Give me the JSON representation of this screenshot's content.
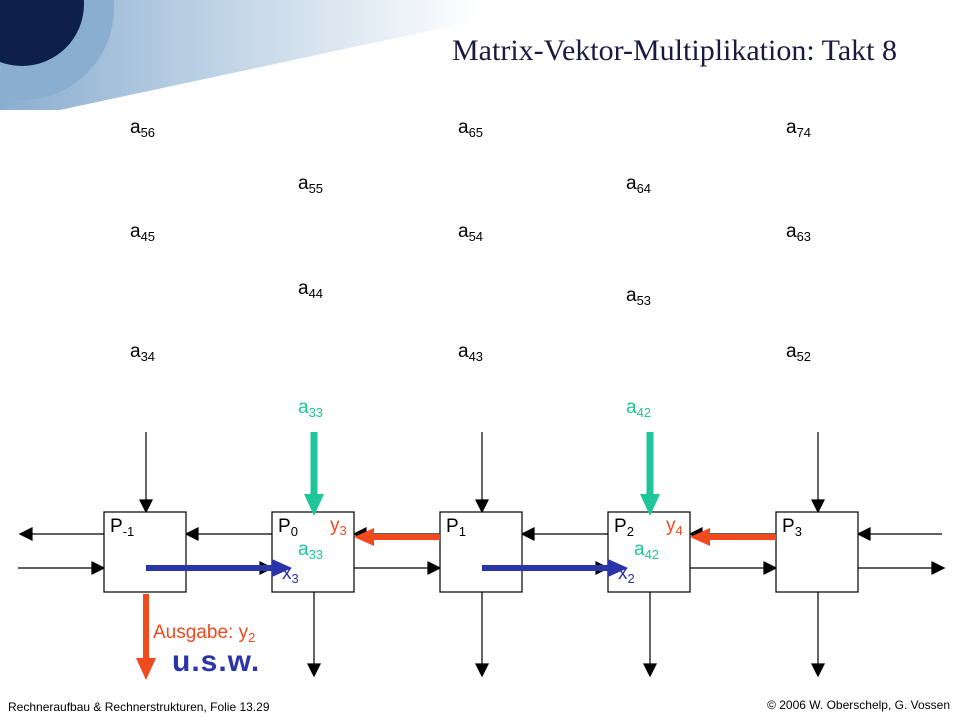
{
  "title": "Matrix-Vektor-Multiplikation: Takt 8",
  "colors": {
    "teal": "#1fc69a",
    "red": "#f04a1e",
    "blue": "#2a35a8",
    "navy": "#0d1f4a",
    "lightblue": "#8aaed0"
  },
  "matrix_labels": [
    {
      "base": "a",
      "sub": "56"
    },
    {
      "base": "a",
      "sub": "65"
    },
    {
      "base": "a",
      "sub": "74"
    },
    {
      "base": "a",
      "sub": "55"
    },
    {
      "base": "a",
      "sub": "64"
    },
    {
      "base": "a",
      "sub": "45"
    },
    {
      "base": "a",
      "sub": "54"
    },
    {
      "base": "a",
      "sub": "63"
    },
    {
      "base": "a",
      "sub": "44"
    },
    {
      "base": "a",
      "sub": "53"
    },
    {
      "base": "a",
      "sub": "34"
    },
    {
      "base": "a",
      "sub": "43"
    },
    {
      "base": "a",
      "sub": "52"
    }
  ],
  "active_inputs": [
    {
      "base": "a",
      "sub": "33"
    },
    {
      "base": "a",
      "sub": "42"
    }
  ],
  "processors": [
    {
      "base": "P",
      "sub": "-1"
    },
    {
      "base": "P",
      "sub": "0"
    },
    {
      "base": "P",
      "sub": "1"
    },
    {
      "base": "P",
      "sub": "2"
    },
    {
      "base": "P",
      "sub": "3"
    }
  ],
  "inner": [
    {
      "y_base": "y",
      "y_sub": "3",
      "a_base": "a",
      "a_sub": "33",
      "x_base": "x",
      "x_sub": "3"
    },
    {
      "y_base": "y",
      "y_sub": "4",
      "a_base": "a",
      "a_sub": "42",
      "x_base": "x",
      "x_sub": "2"
    }
  ],
  "output": {
    "text": "Ausgabe: ",
    "base": "y",
    "sub": "2"
  },
  "usw": "u.s.w.",
  "footer": {
    "left": "Rechneraufbau & Rechnerstrukturen,  Folie 13.29",
    "right": "© 2006 W. Oberschelp, G. Vossen"
  }
}
